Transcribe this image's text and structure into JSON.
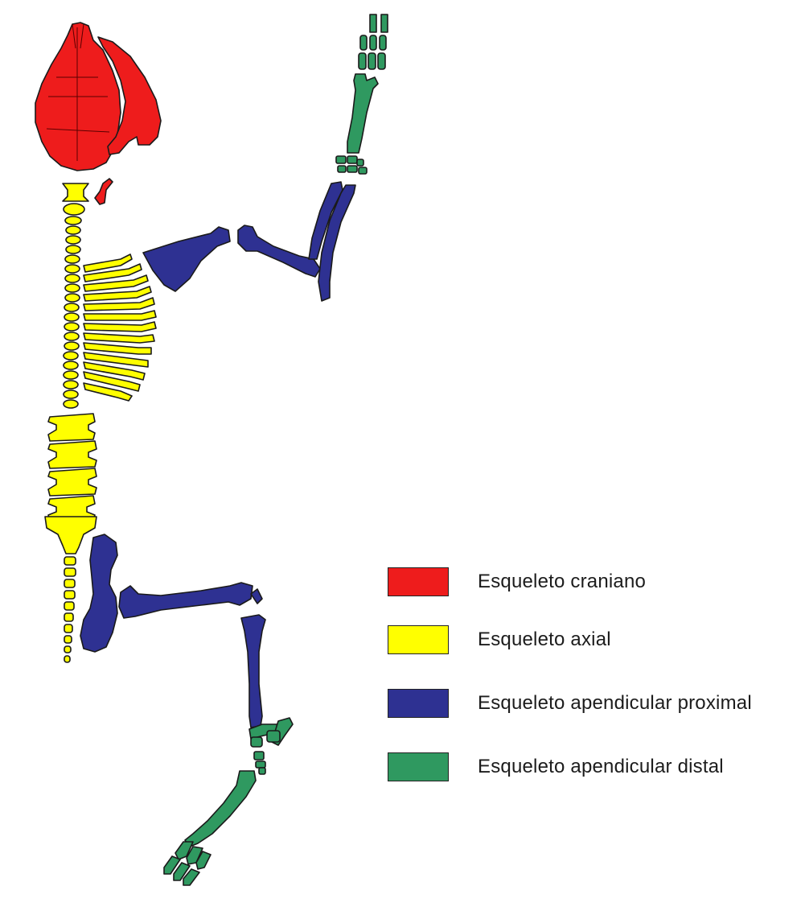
{
  "colors": {
    "cranial": "#ee1c1c",
    "axial": "#ffff00",
    "appendicular_proximal": "#2e3192",
    "appendicular_distal": "#2f9960"
  },
  "legend": {
    "items": [
      {
        "label": "Esqueleto craniano",
        "color": "#ee1c1c"
      },
      {
        "label": "Esqueleto axial",
        "color": "#ffff00"
      },
      {
        "label": "Esqueleto apendicular proximal",
        "color": "#2e3192"
      },
      {
        "label": "Esqueleto apendicular distal",
        "color": "#2f9960"
      }
    ]
  }
}
